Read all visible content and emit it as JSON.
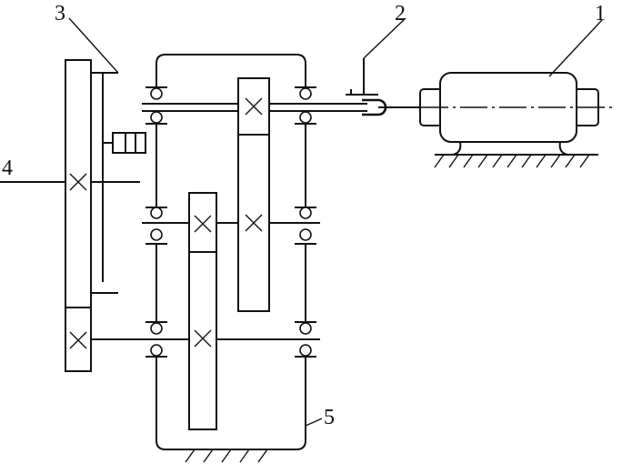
{
  "labels": {
    "motor": "1",
    "coupling": "2",
    "gear_pair": "3",
    "output_shaft": "4",
    "housing": "5"
  }
}
